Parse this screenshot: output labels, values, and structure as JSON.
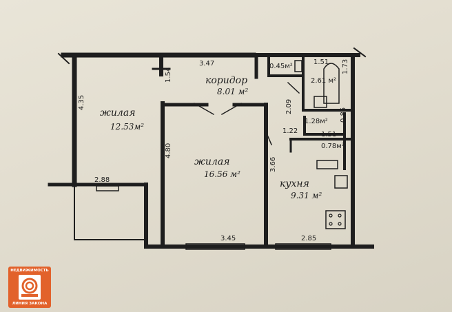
{
  "rooms": {
    "living_small": {
      "name": "жилая",
      "area": "12.53м²"
    },
    "living_large": {
      "name": "жилая",
      "area": "16.56 м²"
    },
    "corridor": {
      "name": "коридор",
      "area": "8.01 м²"
    },
    "kitchen": {
      "name": "кухня",
      "area": "9.31 м²"
    },
    "closet": {
      "area": "0.45м²"
    },
    "bathroom": {
      "area": "2.61 м²"
    },
    "toilet": {
      "area": "1.28м²"
    },
    "pantry": {
      "area": "0.78м²"
    }
  },
  "dimensions": {
    "d347": "3.47",
    "d154": "1.54",
    "d435": "4.35",
    "d480": "4.80",
    "d288": "2.88",
    "d366": "3.66",
    "d345": "3.45",
    "d285": "2.85",
    "d151a": "1.51",
    "d151b": "1.51",
    "d173": "1.73",
    "d209": "2.09",
    "d122": "1.22",
    "d085": "0.85"
  },
  "logo": {
    "top_text": "НЕДВИЖИМОСТЬ",
    "bottom_text": "ЛИНИЯ ЗАКОНА"
  },
  "colors": {
    "paper": "#e6e1d3",
    "ink": "#1e1e1e",
    "logo": "#e2622b"
  }
}
